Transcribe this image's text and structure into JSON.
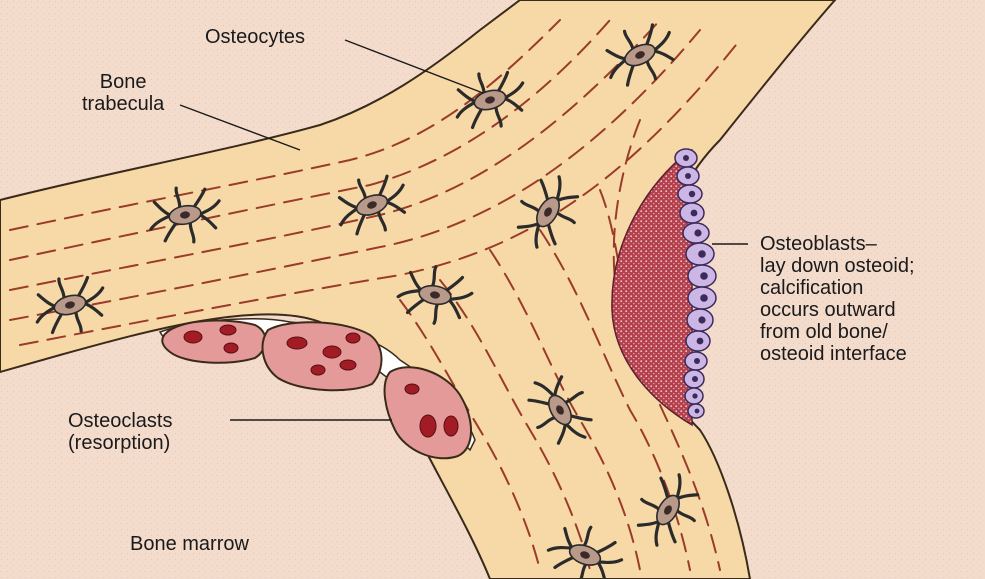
{
  "labels": {
    "osteocytes": "Osteocytes",
    "bone_trabecula": [
      "Bone",
      "trabecula"
    ],
    "osteoblasts": [
      "Osteoblasts–",
      "lay down osteoid;",
      "calcification",
      "occurs outward",
      "from old bone/",
      "osteoid interface"
    ],
    "osteoclasts": [
      "Osteoclasts",
      "(resorption)"
    ],
    "bone_marrow": "Bone marrow"
  },
  "colors": {
    "marrow_background": "#f4dccd",
    "bone": "#f7d9a8",
    "bone_outline": "#3a2a1a",
    "lamella_stroke": "#9b3b2a",
    "osteocyte_body": "#b99a8a",
    "osteocyte_nucleus": "#3a2a2a",
    "osteoclast_fill": "#e39a98",
    "osteoclast_nucleus": "#a11c24",
    "osteoid": "#b64a55",
    "osteoblast_fill": "#cbb6e6",
    "osteoblast_nucleus": "#3b2a5a",
    "label_text": "#1a1a1a"
  }
}
